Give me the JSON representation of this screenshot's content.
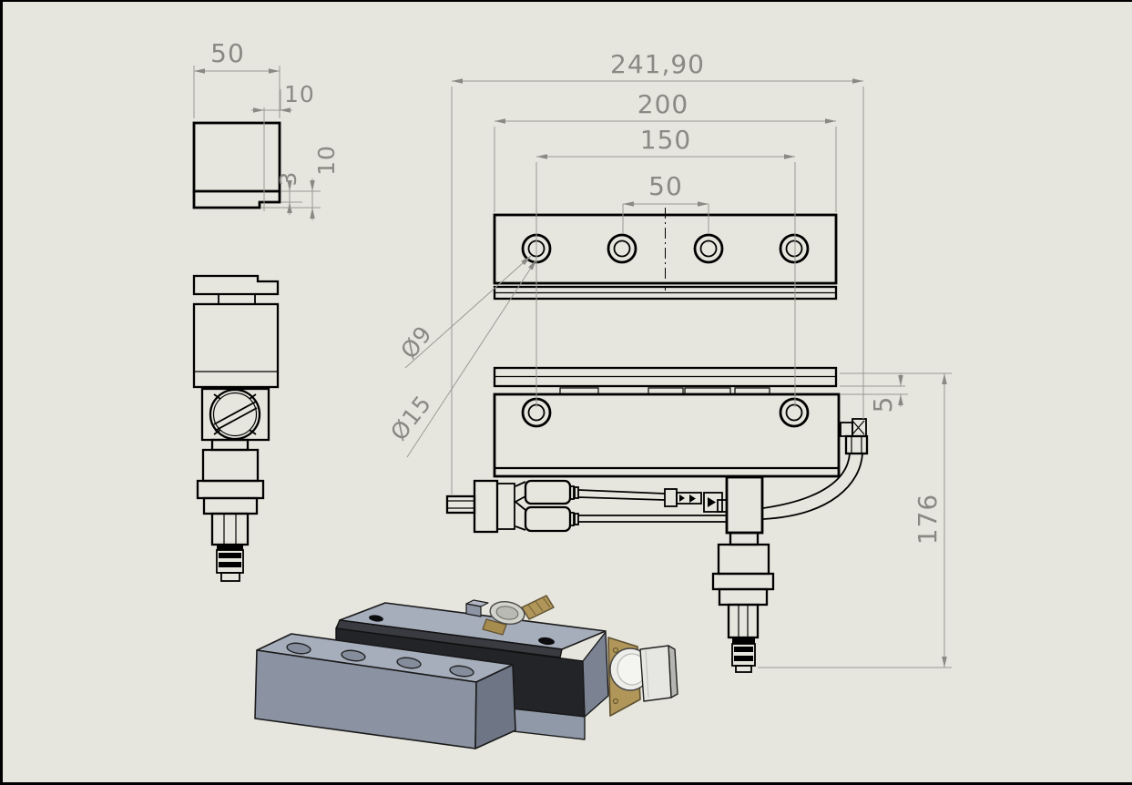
{
  "page": {
    "background_color": "#e6e6de",
    "frame_color": "#000000",
    "type_label": "CAD engineering drawing of vacuum gripper bar assembly"
  },
  "colors": {
    "edge": "#000000",
    "dimension_line": "#9b9b95",
    "dimension_text": "#8a8a84",
    "metal_light": "#a6adbb",
    "metal_mid": "#8b92a2",
    "metal_dark": "#6e7585",
    "black_part": "#232428",
    "brass": "#b09659",
    "white_part": "#ededea"
  },
  "side_view": {
    "dims": {
      "width": "50",
      "step_width": "10",
      "step_height": "3",
      "plate_thickness": "10"
    }
  },
  "front_view": {
    "dims": {
      "overall_width": "241,90",
      "plate_width": "200",
      "hole_span_outer": "150",
      "hole_span_inner": "50",
      "bore_small": "Ø9",
      "bore_large": "Ø15",
      "shim_thickness": "5",
      "overall_height": "176"
    }
  }
}
